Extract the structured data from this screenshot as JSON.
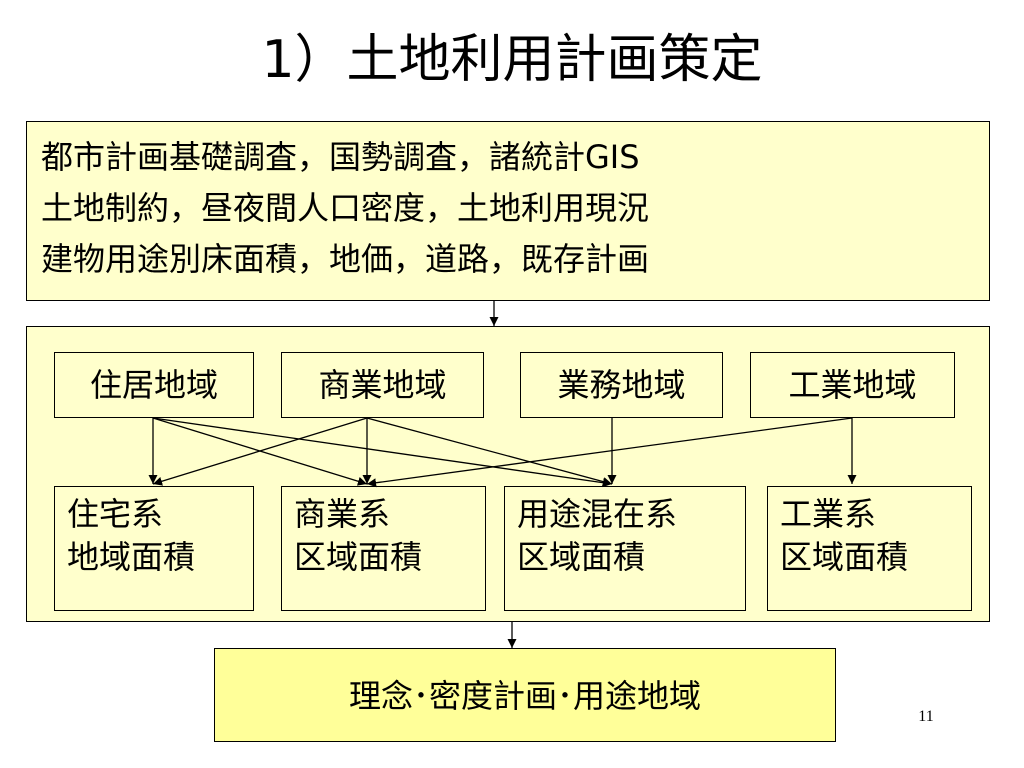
{
  "title": "1）土地利用計画策定",
  "survey_box": {
    "lines": [
      "都市計画基礎調査，国勢調査，諸統計GIS",
      "土地制約，昼夜間人口密度，土地利用現況",
      "建物用途別床面積，地価，道路，既存計画"
    ]
  },
  "zones": [
    {
      "label": "住居地域"
    },
    {
      "label": "商業地域"
    },
    {
      "label": "業務地域"
    },
    {
      "label": "工業地域"
    }
  ],
  "area_boxes": [
    {
      "line1": "住宅系",
      "line2": "地域面積"
    },
    {
      "line1": "商業系",
      "line2": "区域面積"
    },
    {
      "line1": "用途混在系",
      "line2": "区域面積"
    },
    {
      "line1": "工業系",
      "line2": "区域面積"
    }
  ],
  "result_box": {
    "label": "理念･密度計画･用途地域"
  },
  "page_number": "11"
}
